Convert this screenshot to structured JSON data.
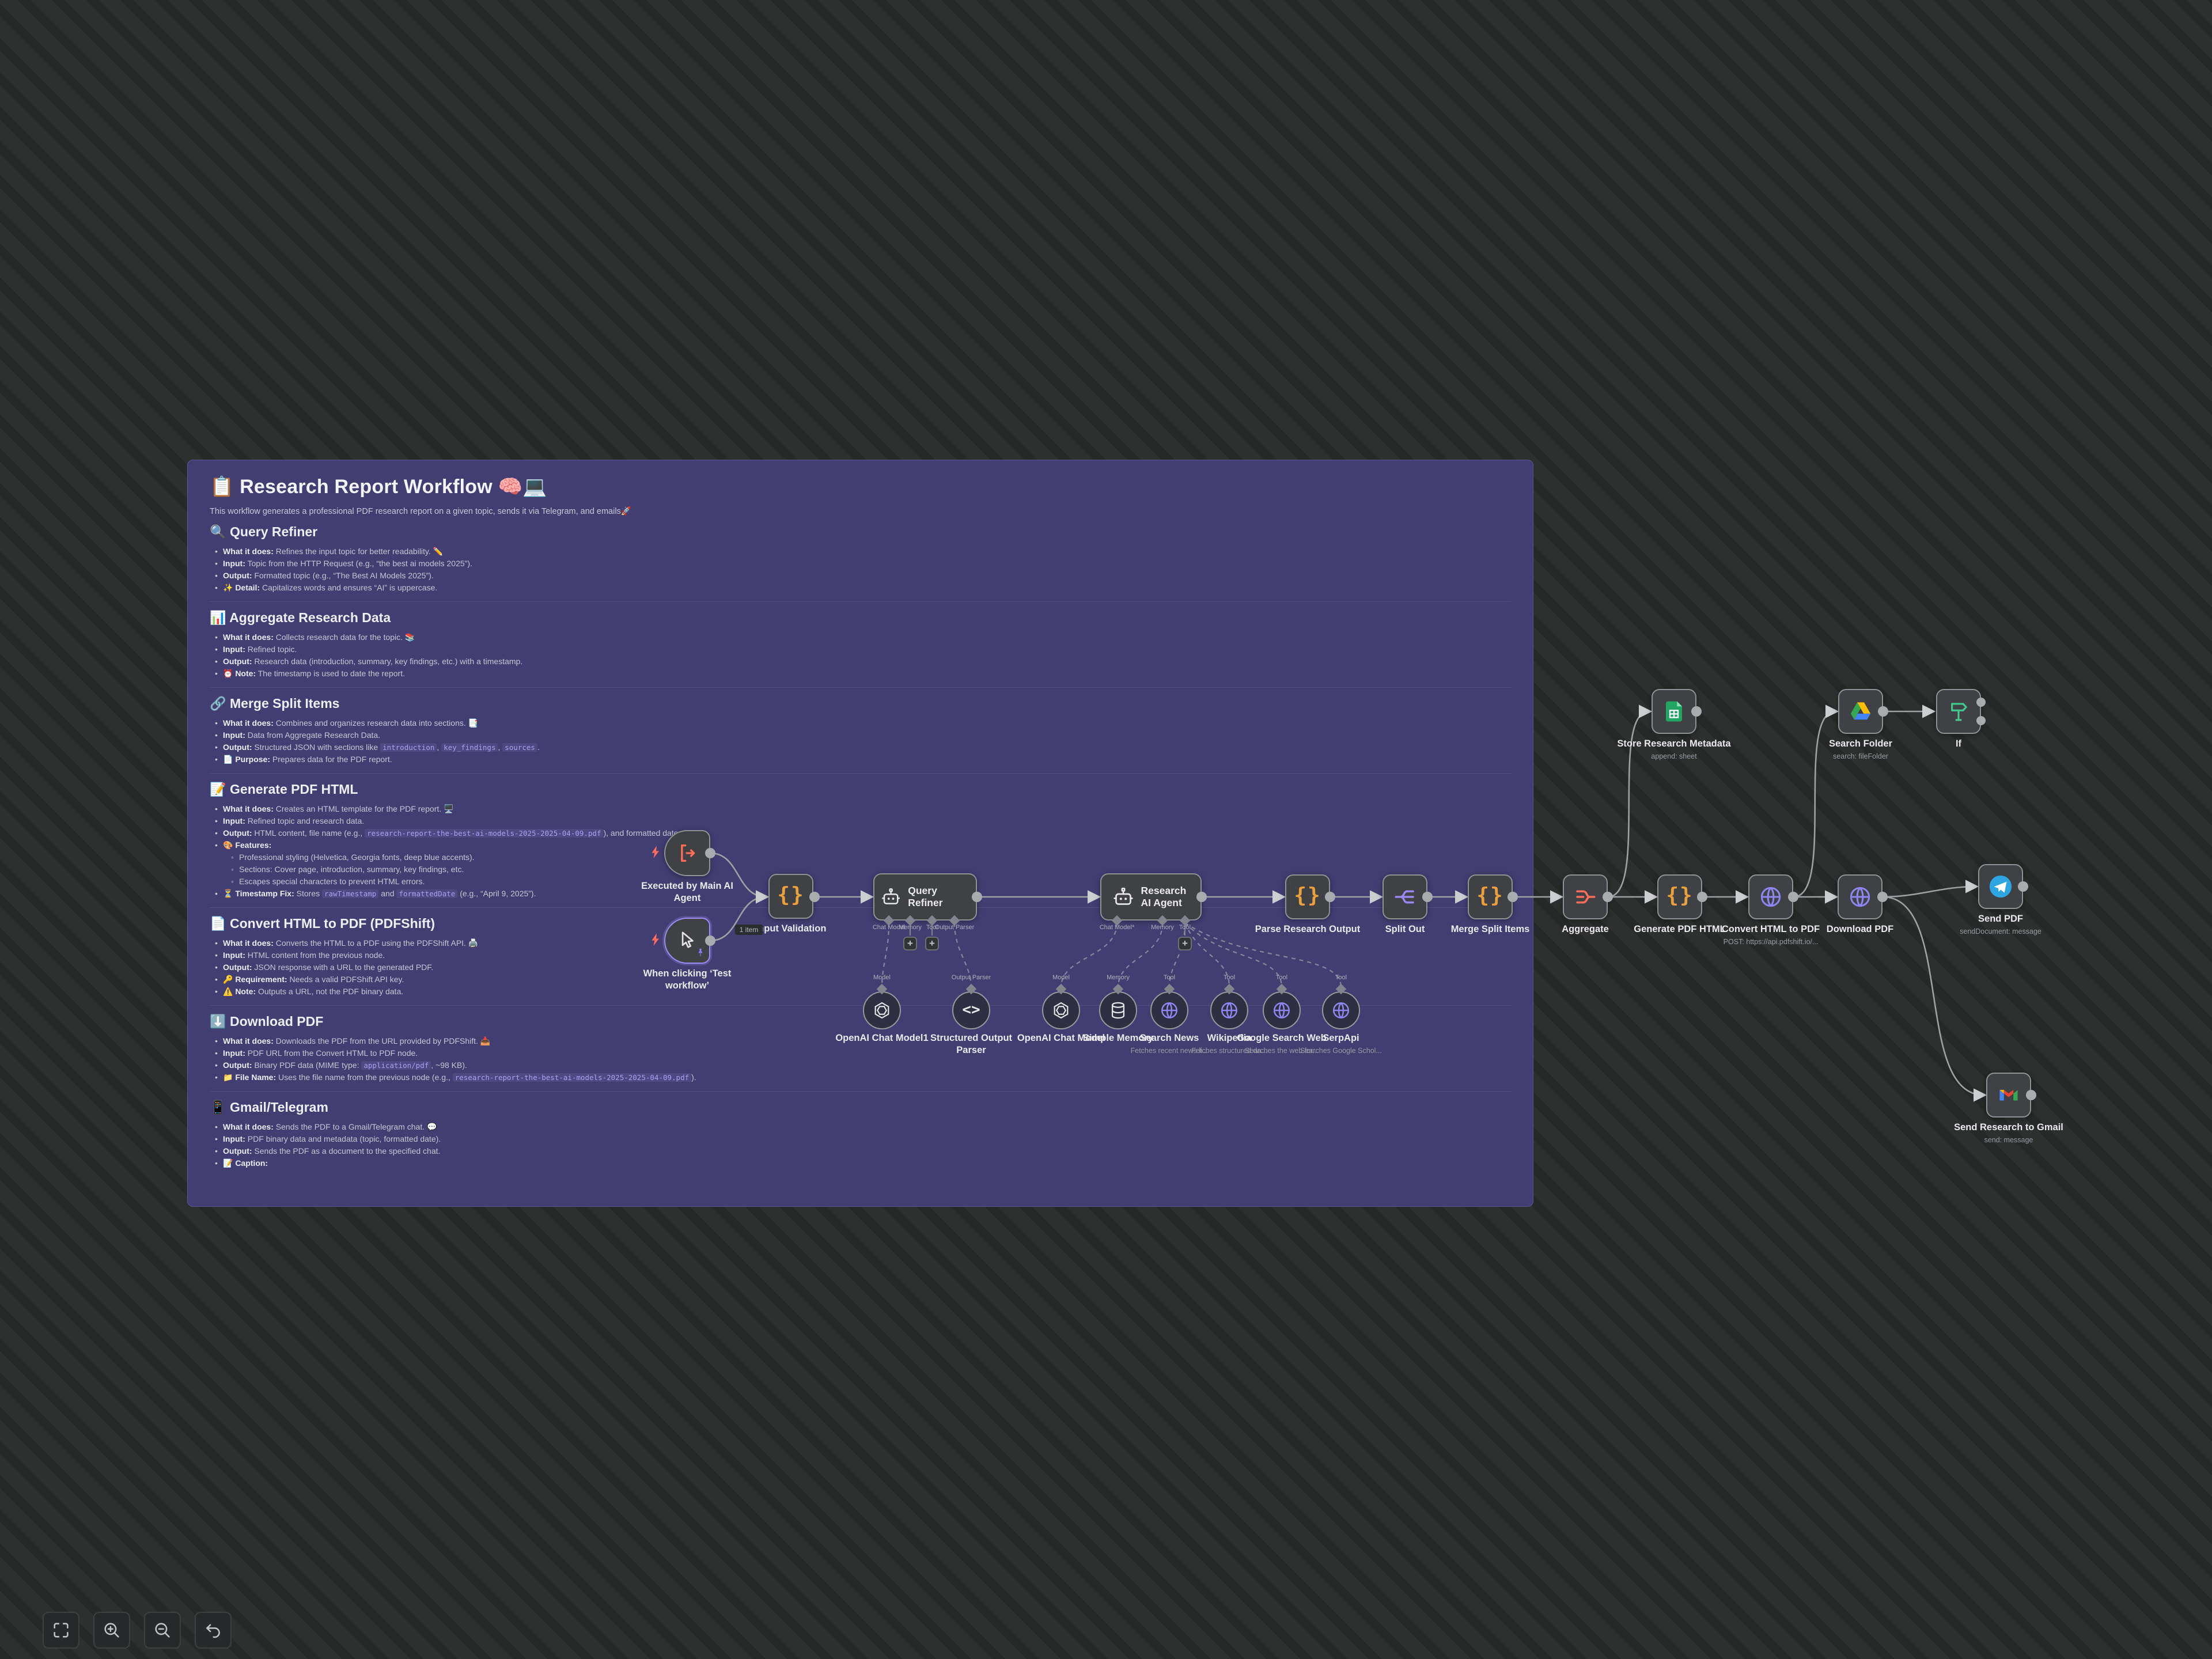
{
  "sticky": {
    "title": "📋 Research Report Workflow 🧠💻",
    "description": "This workflow generates a professional PDF research report on a given topic, sends it via Telegram, and emails🚀",
    "sections": [
      {
        "heading": "🔍 Query Refiner",
        "bullets": [
          {
            "text": "What it does: Refines the input topic for better readability. ✏️"
          },
          {
            "text": "Input: Topic from the HTTP Request (e.g., “the best ai models 2025”)."
          },
          {
            "text": "Output: Formatted topic (e.g., “The Best AI Models 2025”)."
          },
          {
            "text": "✨ Detail: Capitalizes words and ensures “AI” is uppercase."
          }
        ]
      },
      {
        "heading": "📊 Aggregate Research Data",
        "bullets": [
          {
            "text": "What it does: Collects research data for the topic. 📚"
          },
          {
            "text": "Input: Refined topic."
          },
          {
            "text": "Output: Research data (introduction, summary, key findings, etc.) with a timestamp."
          },
          {
            "text": "⏰ Note: The timestamp is used to date the report."
          }
        ]
      },
      {
        "heading": "🔗 Merge Split Items",
        "bullets": [
          {
            "text": "What it does: Combines and organizes research data into sections. 📑"
          },
          {
            "text": "Input: Data from Aggregate Research Data."
          },
          {
            "text": "Output: Structured JSON with sections like `introduction`, `key_findings`, `sources`."
          },
          {
            "text": "📄 Purpose: Prepares data for the PDF report."
          }
        ]
      },
      {
        "heading": "📝 Generate PDF HTML",
        "bullets": [
          {
            "text": "What it does: Creates an HTML template for the PDF report. 🖥️"
          },
          {
            "text": "Input: Refined topic and research data."
          },
          {
            "text": "Output: HTML content, file name (e.g., `research-report-the-best-ai-models-2025-2025-04-09.pdf`), and formatted date."
          },
          {
            "text": "🎨 Features:"
          },
          {
            "text": "Professional styling (Helvetica, Georgia fonts, deep blue accents).",
            "sub": true
          },
          {
            "text": "Sections: Cover page, introduction, summary, key findings, etc.",
            "sub": true
          },
          {
            "text": "Escapes special characters to prevent HTML errors.",
            "sub": true
          },
          {
            "text": "⏳ Timestamp Fix: Stores `rawTimestamp` and `formattedDate` (e.g., “April 9, 2025”)."
          }
        ]
      },
      {
        "heading": "📄 Convert HTML to PDF (PDFShift)",
        "bullets": [
          {
            "text": "What it does: Converts the HTML to a PDF using the PDFShift API. 🖨️"
          },
          {
            "text": "Input: HTML content from the previous node."
          },
          {
            "text": "Output: JSON response with a URL to the generated PDF."
          },
          {
            "text": "🔑 Requirement: Needs a valid PDFShift API key."
          },
          {
            "text": "⚠️ Note: Outputs a URL, not the PDF binary data."
          }
        ]
      },
      {
        "heading": "⬇️ Download PDF",
        "bullets": [
          {
            "text": "What it does: Downloads the PDF from the URL provided by PDFShift. 📥"
          },
          {
            "text": "Input: PDF URL from the Convert HTML to PDF node."
          },
          {
            "text": "Output: Binary PDF data (MIME type: `application/pdf`, ~98 KB)."
          },
          {
            "text": "📁 File Name: Uses the file name from the previous node (e.g., `research-report-the-best-ai-models-2025-2025-04-09.pdf`)."
          }
        ]
      },
      {
        "heading": "📱 Gmail/Telegram",
        "bullets": [
          {
            "text": "What it does: Sends the PDF to a Gmail/Telegram chat. 💬"
          },
          {
            "text": "Input: PDF binary data and metadata (topic, formatted date)."
          },
          {
            "text": "Output: Sends the PDF as a document to the specified chat."
          },
          {
            "text": "📝 Caption:"
          }
        ]
      }
    ]
  },
  "nodes": {
    "executed_by_main": {
      "label": "Executed by Main AI Agent"
    },
    "when_clicking": {
      "label": "When clicking ‘Test workflow’"
    },
    "input_validation": {
      "label": "Input Validation"
    },
    "query_refiner": {
      "label": "Query Refiner"
    },
    "research_agent": {
      "label": "Research AI Agent"
    },
    "parse_research_output": {
      "label": "Parse Research Output"
    },
    "split_out": {
      "label": "Split Out"
    },
    "merge_split_items": {
      "label": "Merge Split Items"
    },
    "aggregate": {
      "label": "Aggregate"
    },
    "generate_pdf_html": {
      "label": "Generate PDF HTML"
    },
    "convert_html_to_pdf": {
      "label": "Convert HTML to PDF",
      "sublabel": "POST: https://api.pdfshift.io/..."
    },
    "download_pdf": {
      "label": "Download PDF"
    },
    "send_pdf": {
      "label": "Send PDF",
      "sublabel": "sendDocument: message"
    },
    "send_gmail": {
      "label": "Send Research to Gmail",
      "sublabel": "send: message"
    },
    "store_metadata": {
      "label": "Store Research Metadata",
      "sublabel": "append: sheet"
    },
    "search_folder": {
      "label": "Search Folder",
      "sublabel": "search: fileFolder"
    },
    "if_node": {
      "label": "If"
    },
    "openai_model1": {
      "label": "OpenAI Chat Model1"
    },
    "structured_output_parser": {
      "label": "Structured Output Parser"
    },
    "openai_model": {
      "label": "OpenAI Chat Model"
    },
    "simple_memory": {
      "label": "Simple Memory"
    },
    "search_news": {
      "label": "Search News",
      "sublabel": "Fetches recent news li..."
    },
    "wikipedia": {
      "label": "Wikipedia",
      "sublabel": "Fetches structured da..."
    },
    "google_search_web": {
      "label": "Google Search Web",
      "sublabel": "Searches the web for..."
    },
    "serpapi": {
      "label": "SerpApi",
      "sublabel": "Searches Google Schol..."
    }
  },
  "connectors": {
    "chat_model": "Chat Model",
    "chat_model_req": "Chat Model*",
    "memory": "Memory",
    "tool": "Tool",
    "output_parser": "Output Parser",
    "model": "Model"
  },
  "edge_label": "1 item",
  "toolbar": {
    "buttons": [
      {
        "name": "fit-view"
      },
      {
        "name": "zoom-in"
      },
      {
        "name": "zoom-out"
      },
      {
        "name": "reset-zoom"
      }
    ]
  },
  "colors": {
    "accent_orange": "#eba03c",
    "accent_red": "#ff6d5a",
    "accent_purple": "#9d8cf2",
    "telegram_blue": "#2ca5e0",
    "sheets_green": "#21a464",
    "sticky_bg": "#433e72",
    "node_border": "#909295"
  }
}
